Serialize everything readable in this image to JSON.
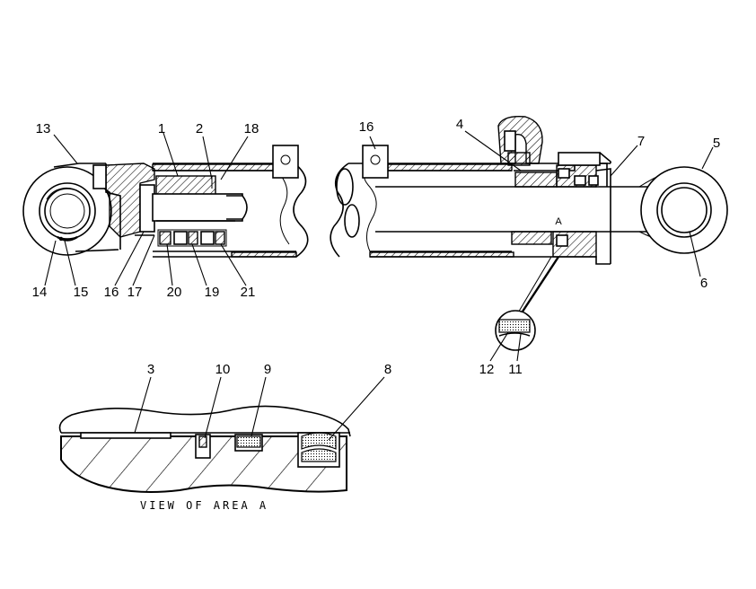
{
  "callouts": {
    "c1": "1",
    "c2": "2",
    "c3": "3",
    "c4": "4",
    "c5": "5",
    "c6": "6",
    "c7": "7",
    "c8": "8",
    "c9": "9",
    "c10": "10",
    "c11": "11",
    "c12": "12",
    "c13": "13",
    "c14": "14",
    "c15": "15",
    "c16a": "16",
    "c16b": "16",
    "c17": "17",
    "c18": "18",
    "c19": "19",
    "c20": "20",
    "c21": "21"
  },
  "marker_a": "A",
  "detail_caption": "VIEW OF AREA A"
}
